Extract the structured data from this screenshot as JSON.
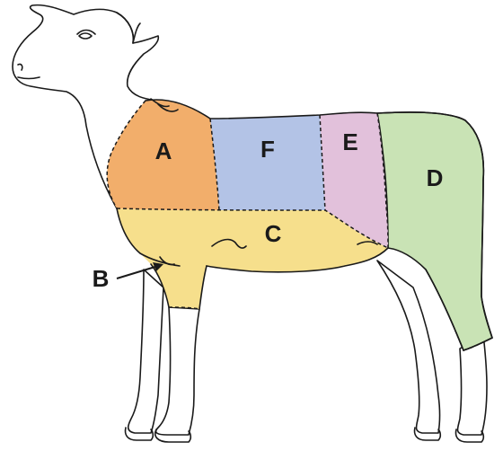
{
  "regions": [
    {
      "id": "A",
      "label": "A",
      "color": "#f2ae6b"
    },
    {
      "id": "F",
      "label": "F",
      "color": "#b3c3e6"
    },
    {
      "id": "E",
      "label": "E",
      "color": "#e2c1db"
    },
    {
      "id": "D",
      "label": "D",
      "color": "#c9e3b5"
    },
    {
      "id": "C",
      "label": "C",
      "color": "#f6df8c"
    },
    {
      "id": "B",
      "label": "B",
      "color": "#f6df8c"
    }
  ],
  "labels": {
    "a": "A",
    "f": "F",
    "e": "E",
    "d": "D",
    "c": "C",
    "b": "B"
  }
}
